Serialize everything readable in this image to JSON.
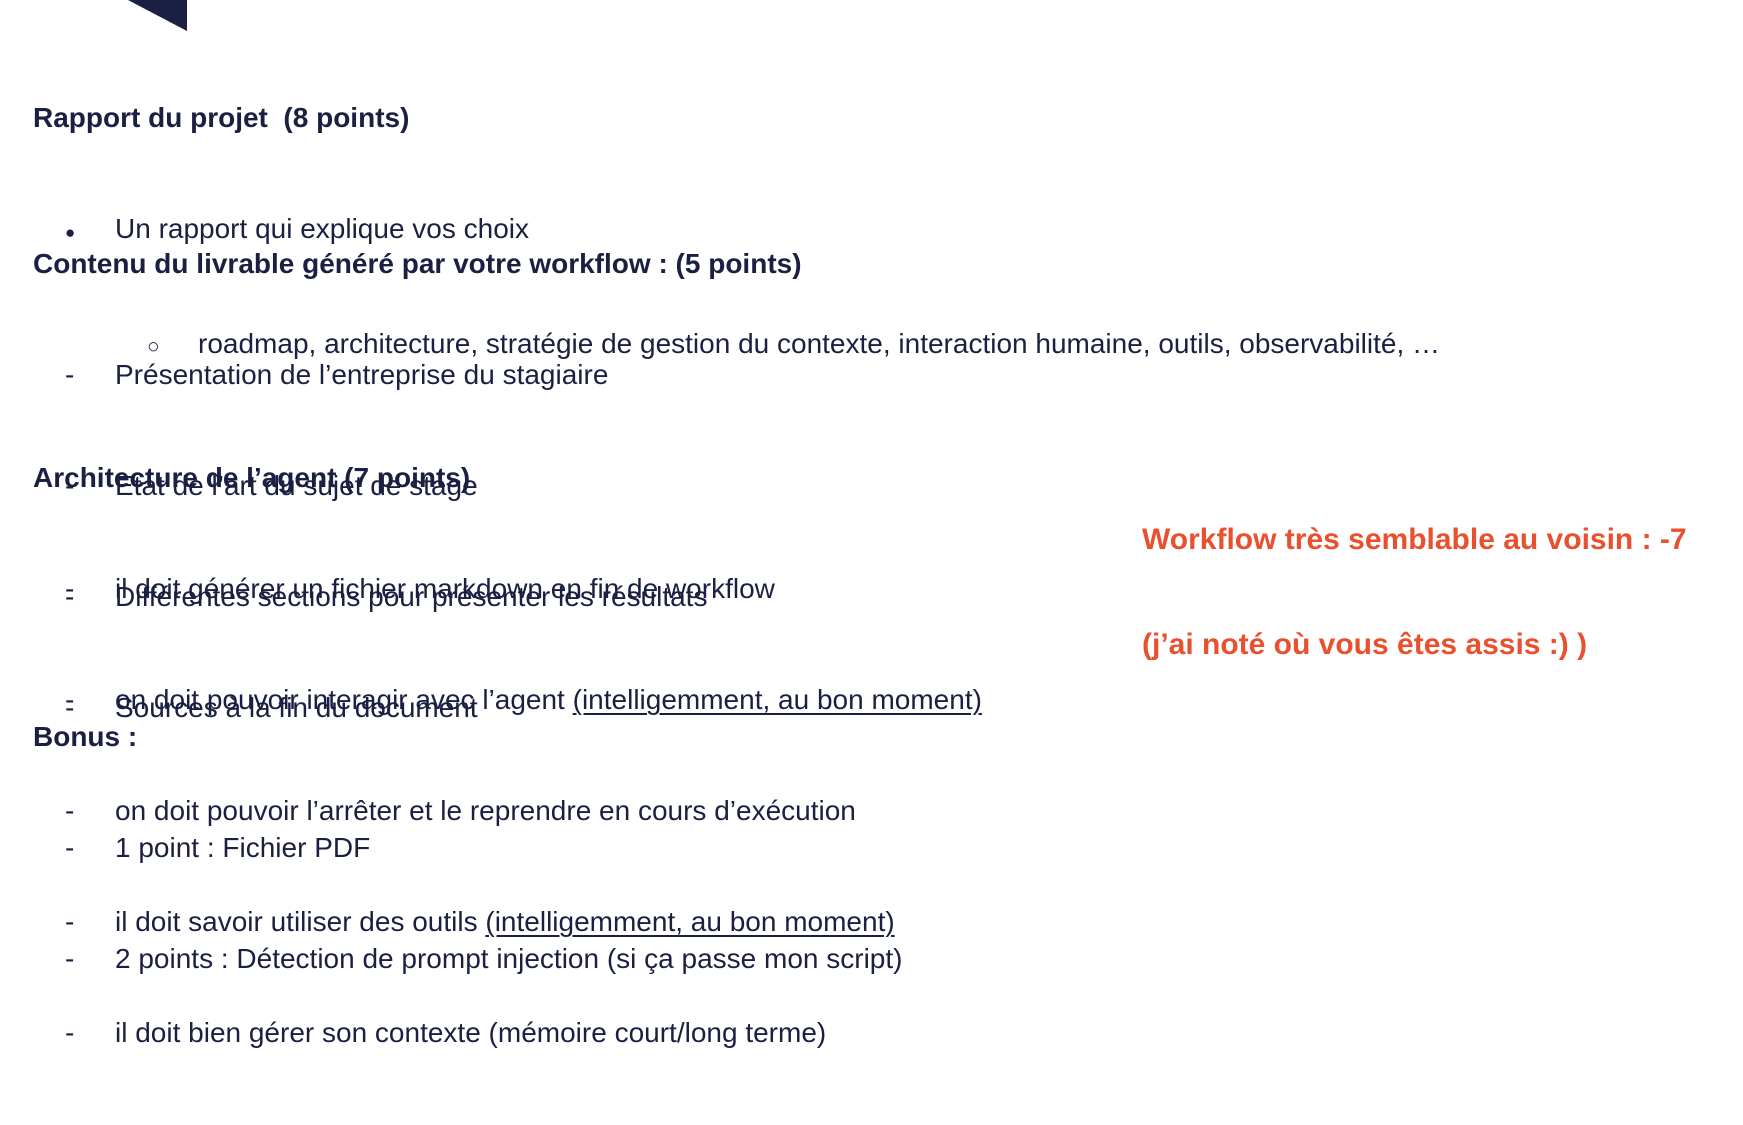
{
  "colors": {
    "ink": "#1B1F42",
    "accent": "#E9502E",
    "bg": "#FFFFFF"
  },
  "markers": {
    "bullet": "●",
    "circle": "○",
    "dash": "-"
  },
  "sections": [
    {
      "heading": "Rapport du projet  (8 points)",
      "items": [
        {
          "marker": "bullet",
          "text": "Un rapport qui explique vos choix"
        },
        {
          "marker": "circle",
          "text": "roadmap, architecture, stratégie de gestion du contexte, interaction humaine, outils, observabilité, …"
        }
      ]
    },
    {
      "heading": "Contenu du livrable généré par votre workflow : (5 points)",
      "items": [
        {
          "marker": "dash",
          "text": "Présentation de l’entreprise du stagiaire"
        },
        {
          "marker": "dash",
          "text": "Etat de l’art du sujet de stage"
        },
        {
          "marker": "dash",
          "text": "Différentes sections pour présenter les résultats"
        },
        {
          "marker": "dash",
          "text": "Sources à la fin du document"
        }
      ]
    },
    {
      "heading": "Architecture de l’agent (7 points)",
      "items": [
        {
          "marker": "dash",
          "text": "il doit générer un fichier markdown en fin de workflow"
        },
        {
          "marker": "dash",
          "text": "on doit pouvoir interagir avec l’agent ",
          "underline": "(intelligemment, au bon moment)"
        },
        {
          "marker": "dash",
          "text": "on doit pouvoir l’arrêter et le reprendre en cours d’exécution"
        },
        {
          "marker": "dash",
          "text": "il doit savoir utiliser des outils ",
          "underline": "(intelligemment, au bon moment)"
        },
        {
          "marker": "dash",
          "text": "il doit bien gérer son contexte (mémoire court/long terme)"
        }
      ]
    },
    {
      "heading": "Bonus :",
      "items": [
        {
          "marker": "dash",
          "text": "1 point : Fichier PDF"
        },
        {
          "marker": "dash",
          "text": "2 points : Détection de prompt injection (si ça passe mon script)"
        }
      ]
    }
  ],
  "annotation": {
    "line1": "Workflow très semblable au voisin : -7",
    "line2": "(j’ai noté où vous êtes assis :) )"
  }
}
